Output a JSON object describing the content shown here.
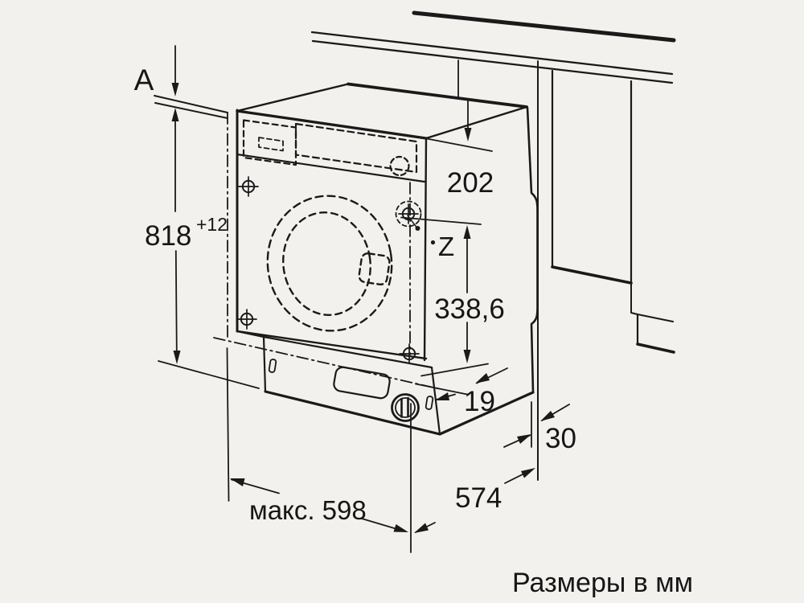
{
  "drawing": {
    "caption": "Размеры в мм",
    "colors": {
      "ink": "#1a1a1a",
      "background": "#f2f1ee"
    },
    "labels": {
      "worktop_thickness": "A",
      "height_value": "818",
      "height_tolerance": "+12",
      "top_offset": "202",
      "reference_point": "Z",
      "hinge_offset": "338,6",
      "front_gap": "19",
      "side_gap": "30",
      "max_width": "макс. 598",
      "depth": "574"
    }
  }
}
